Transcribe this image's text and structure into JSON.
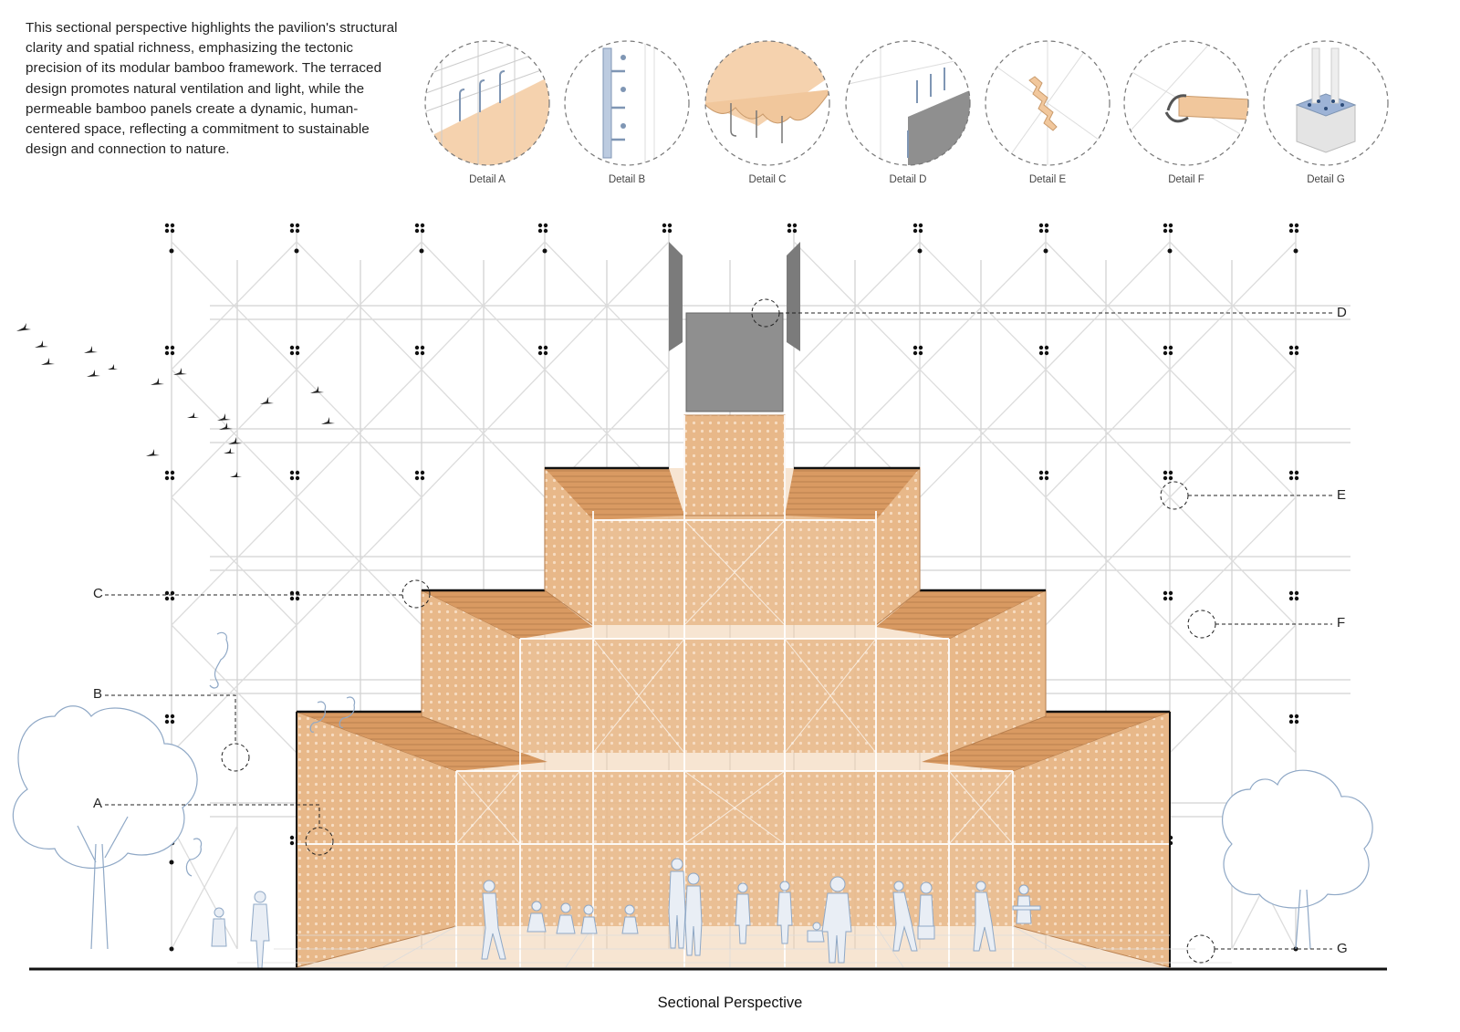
{
  "description": "This sectional perspective highlights the pavilion's structural clarity and spatial richness, emphasizing the tectonic precision of its modular bamboo framework. The terraced design promotes natural ventilation and light, while the permeable bamboo panels create a dynamic, human-centered space, reflecting a commitment to sustainable design and connection to nature.",
  "details": [
    {
      "label": "Detail A"
    },
    {
      "label": "Detail B"
    },
    {
      "label": "Detail C"
    },
    {
      "label": "Detail D"
    },
    {
      "label": "Detail E"
    },
    {
      "label": "Detail F"
    },
    {
      "label": "Detail G"
    }
  ],
  "callouts": {
    "A": "A",
    "B": "B",
    "C": "C",
    "D": "D",
    "E": "E",
    "F": "F",
    "G": "G"
  },
  "caption": "Sectional Perspective",
  "colors": {
    "bamboo": "#e7b98a",
    "bamboo_dark": "#b9804f",
    "panel_grey": "#8f8f8f",
    "steel_blue": "#a9bcd6",
    "frame_line": "#d4d4d4",
    "ink": "#222222"
  }
}
